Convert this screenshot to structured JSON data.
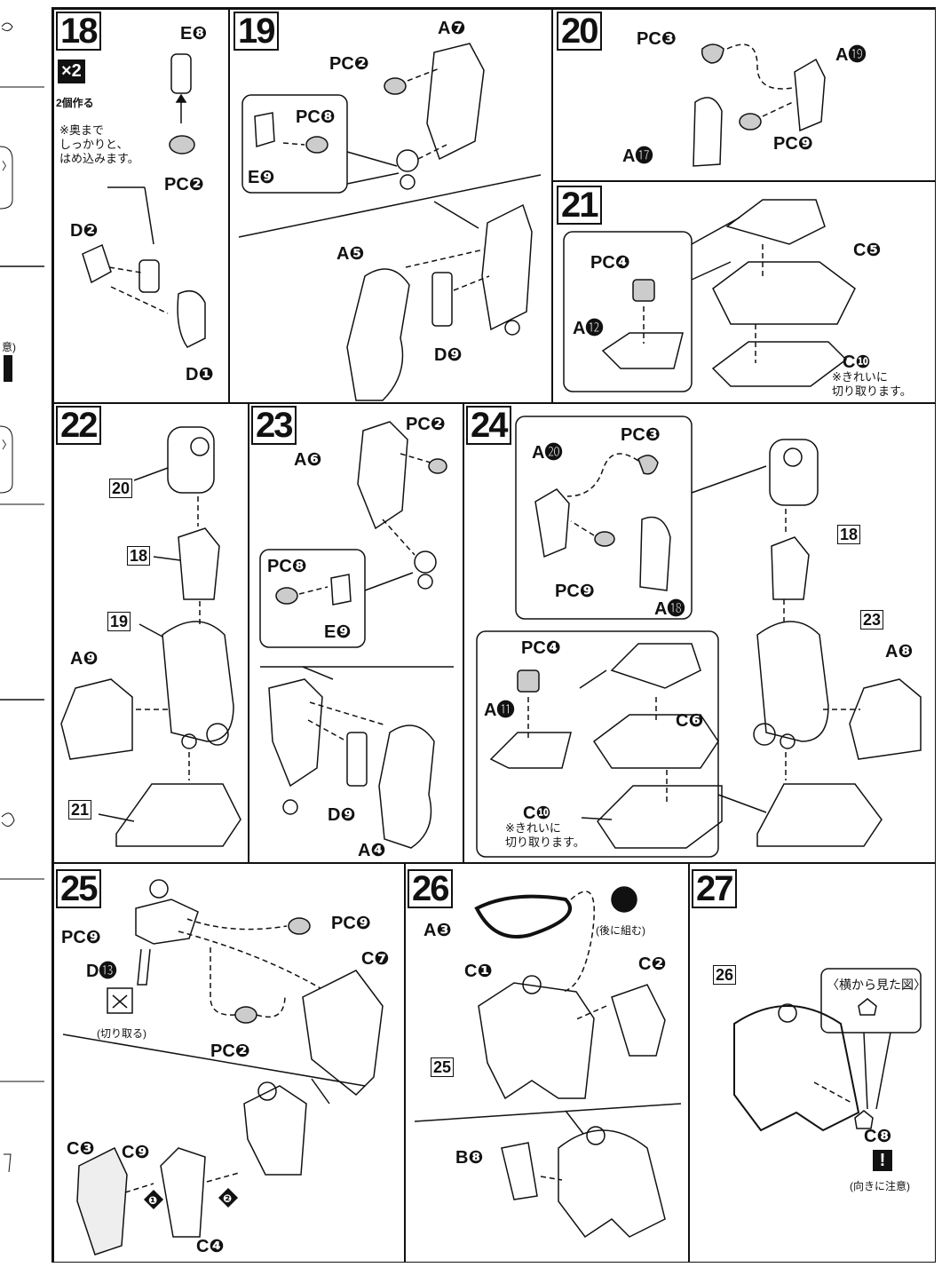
{
  "steps": {
    "s18": {
      "num": "18",
      "multiplier": "×2",
      "multiplier_note": "2個作る",
      "note": "※奥まで\nしっかりと、\nはめ込みます。",
      "labels": [
        "E❽",
        "PC❷",
        "D❷",
        "D❶"
      ]
    },
    "s19": {
      "num": "19",
      "labels": [
        "A❼",
        "PC❷",
        "PC❽",
        "E❾",
        "A❺",
        "D❾"
      ]
    },
    "s20": {
      "num": "20",
      "labels": [
        "PC❸",
        "A⓳",
        "A⓱",
        "PC❾"
      ]
    },
    "s21": {
      "num": "21",
      "labels": [
        "PC❹",
        "C❺",
        "A⓬",
        "C❿"
      ],
      "note": "※きれいに\n切り取ります。"
    },
    "s22": {
      "num": "22",
      "refs": [
        "20",
        "18",
        "19",
        "21"
      ],
      "labels": [
        "A❾"
      ]
    },
    "s23": {
      "num": "23",
      "labels": [
        "PC❷",
        "A❻",
        "PC❽",
        "E❾",
        "D❾",
        "A❹"
      ]
    },
    "s24": {
      "num": "24",
      "refs": [
        "18",
        "23"
      ],
      "labels": [
        "A⓴",
        "PC❸",
        "PC❾",
        "A⓲",
        "PC❹",
        "A⓫",
        "C❻",
        "C❿",
        "A❽"
      ],
      "note": "※きれいに\n切り取ります。"
    },
    "s25": {
      "num": "25",
      "labels": [
        "PC❾",
        "PC❾",
        "D⓭",
        "C❼",
        "PC❷",
        "C❸",
        "C❾",
        "C❹"
      ],
      "cut_note": "(切り取る)",
      "step_marks": [
        "❶",
        "❷"
      ]
    },
    "s26": {
      "num": "26",
      "refs": [
        "25"
      ],
      "labels": [
        "A❸",
        "C❶",
        "C❷",
        "B❽"
      ],
      "later_note": "(後に組む)"
    },
    "s27": {
      "num": "27",
      "refs": [
        "26"
      ],
      "labels": [
        "C❽"
      ],
      "side_view": "〈横から見た図〉",
      "orientation_note": "(向きに注意)",
      "excl": "!"
    }
  },
  "left_strip": {
    "items": [
      "〉",
      "意)",
      "〉"
    ]
  }
}
